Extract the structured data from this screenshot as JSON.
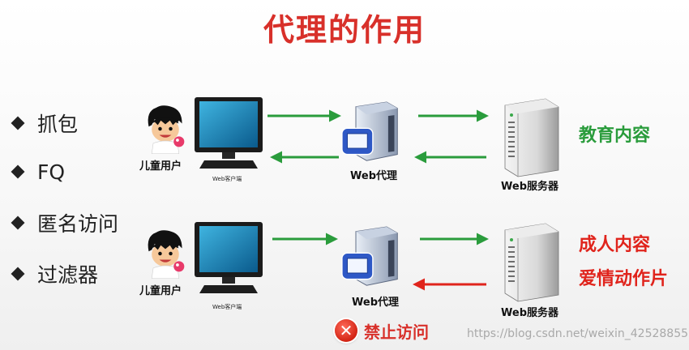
{
  "title": "代理的作用",
  "bullets": [
    "抓包",
    "FQ",
    "匿名访问",
    "过滤器"
  ],
  "diagram": {
    "rows": [
      {
        "user_label": "儿童用户",
        "client_label": "Web客户端",
        "proxy_label": "Web代理",
        "server_label": "Web服务器",
        "content_lines": [
          "教育内容"
        ],
        "content_color": "#2a9c3c",
        "return_arrow_color": "#2a9c3c"
      },
      {
        "user_label": "儿童用户",
        "client_label": "Web客户端",
        "proxy_label": "Web代理",
        "server_label": "Web服务器",
        "content_lines": [
          "成人内容",
          "爱情动作片"
        ],
        "content_color": "#e0241c",
        "return_arrow_color": "#e0241c",
        "blocked_text": "禁止访问"
      }
    ],
    "forward_arrow_color": "#2a9c3c"
  },
  "watermark": "https://blog.csdn.net/weixin_42528855"
}
